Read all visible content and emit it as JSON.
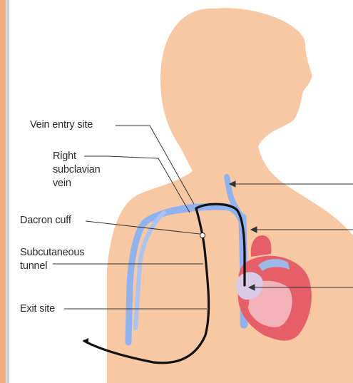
{
  "labels": {
    "vein_entry_site": "Vein entry site",
    "right_subclavian_line1": "Right",
    "right_subclavian_line2": "subclavian",
    "right_subclavian_line3": "vein",
    "dacron_cuff": "Dacron cuff",
    "subcutaneous_line1": "Subcutaneous",
    "subcutaneous_line2": "tunnel",
    "exit_site": "Exit site"
  },
  "colors": {
    "skin": "#f7c8a2",
    "vein": "#8fb3f0",
    "catheter": "#111111",
    "heart": "#e55e68",
    "heart_light": "#f3b1b8",
    "frame_accent": "#f6a878"
  }
}
